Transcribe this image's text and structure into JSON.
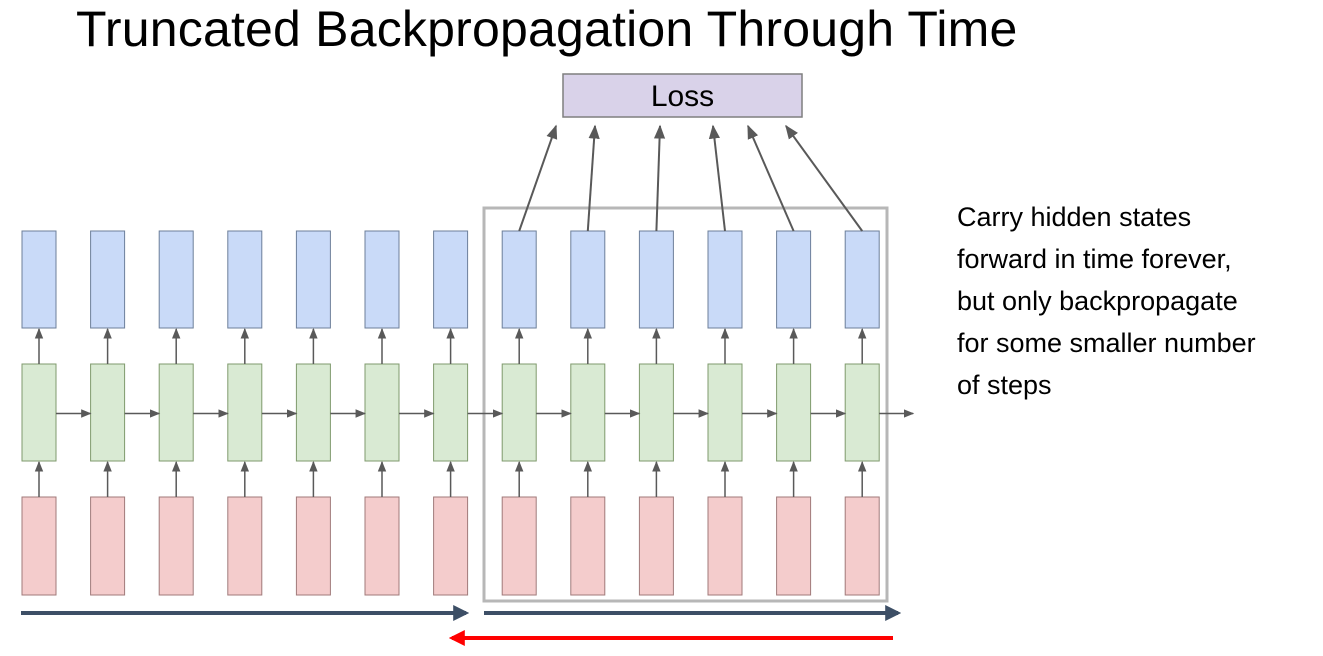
{
  "title": "Truncated Backpropagation Through Time",
  "loss_label": "Loss",
  "description_lines": [
    "Carry hidden states",
    "forward in time forever,",
    "but only backpropagate",
    "for some smaller number",
    "of steps"
  ],
  "diagram": {
    "timesteps": 13,
    "truncated_window_timesteps": 6,
    "colors": {
      "output_fill": "#c9daf8",
      "hidden_fill": "#d9ead3",
      "input_fill": "#f4cccc",
      "loss_fill": "#d9d2e9",
      "forward_arrow": "#3d4f66",
      "backward_arrow": "#ff0000",
      "window_border": "#b7b7b7",
      "connector": "#595959"
    }
  }
}
